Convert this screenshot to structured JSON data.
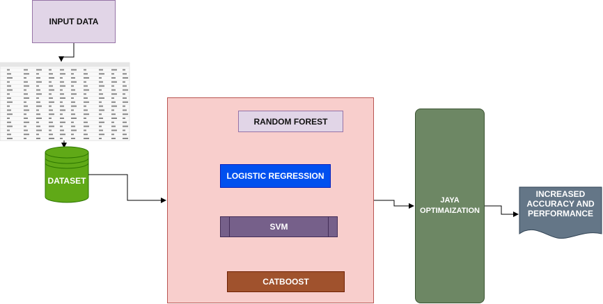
{
  "nodes": {
    "input": "INPUT DATA",
    "dataset": "DATASET",
    "random_forest": "RANDOM FOREST",
    "logistic_regression": "LOGISTIC REGRESSION",
    "svm": "SVM",
    "catboost": "CATBOOST",
    "jaya": "JAYA\nOPTIMAIZATION",
    "output": "INCREASED ACCURACY AND PERFORMANCE"
  },
  "colors": {
    "input_fill": "#e1d5e7",
    "panel_fill": "#f8cecc",
    "lr_fill": "#0050ef",
    "svm_fill": "#76608a",
    "catboost_fill": "#a0522d",
    "jaya_fill": "#6d8764",
    "dataset_fill": "#60a917",
    "output_fill": "#647687",
    "tree_node_pink": "#d80073",
    "tree_node_purple": "#6a00ff",
    "tree_node_dark": "#a20025",
    "lr_node_blue": "#1ba1e2"
  }
}
